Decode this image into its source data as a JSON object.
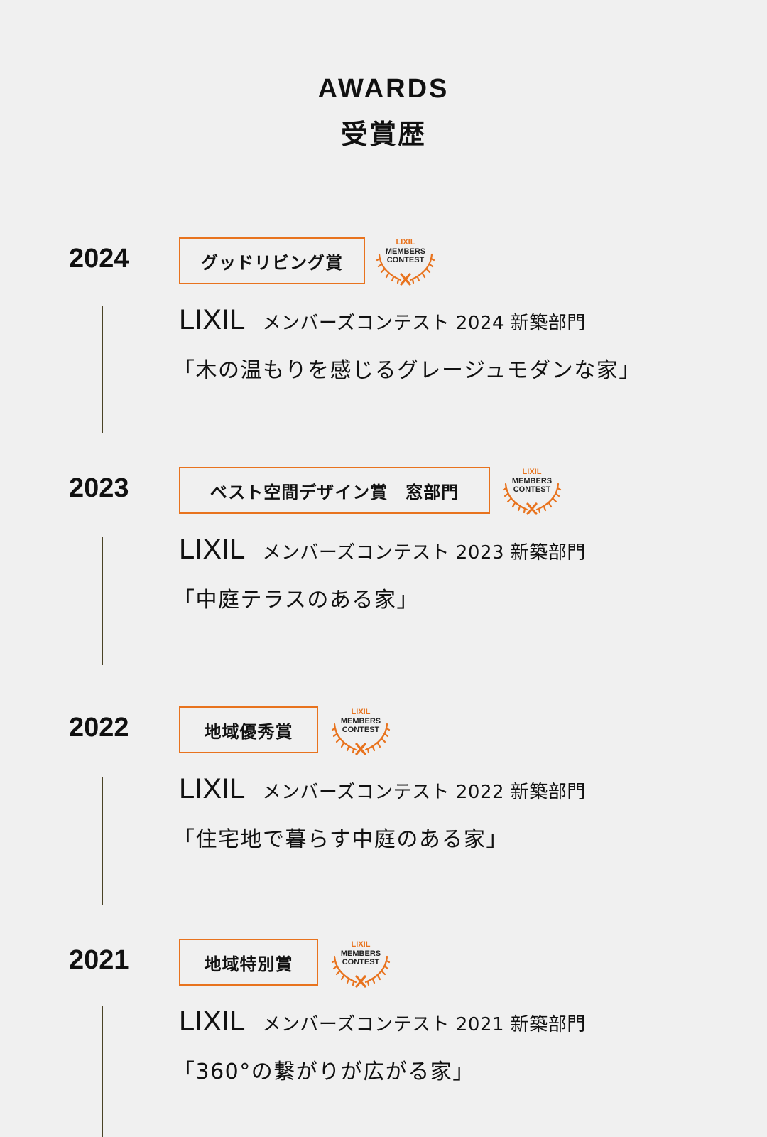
{
  "header": {
    "title_en": "AWARDS",
    "title_ja": "受賞歴"
  },
  "colors": {
    "accent": "#e8731e",
    "timeline": "#4a4326",
    "background": "#f0f0f0"
  },
  "seal": {
    "line1": "LIXIL",
    "line2": "MEMBERS",
    "line3": "CONTEST"
  },
  "awards": [
    {
      "year": "2024",
      "award": "グッドリビング賞",
      "brand": "LIXIL",
      "contest": "メンバーズコンテスト 2024 新築部門",
      "work": "「木の温もりを感じるグレージュモダンな家」"
    },
    {
      "year": "2023",
      "award": "ベスト空間デザイン賞　窓部門",
      "brand": "LIXIL",
      "contest": "メンバーズコンテスト 2023 新築部門",
      "work": "「中庭テラスのある家」"
    },
    {
      "year": "2022",
      "award": "地域優秀賞",
      "brand": "LIXIL",
      "contest": "メンバーズコンテスト 2022 新築部門",
      "work": "「住宅地で暮らす中庭のある家」"
    },
    {
      "year": "2021",
      "award": "地域特別賞",
      "brand": "LIXIL",
      "contest": "メンバーズコンテスト 2021 新築部門",
      "work": "「360°の繋がりが広がる家」"
    }
  ]
}
